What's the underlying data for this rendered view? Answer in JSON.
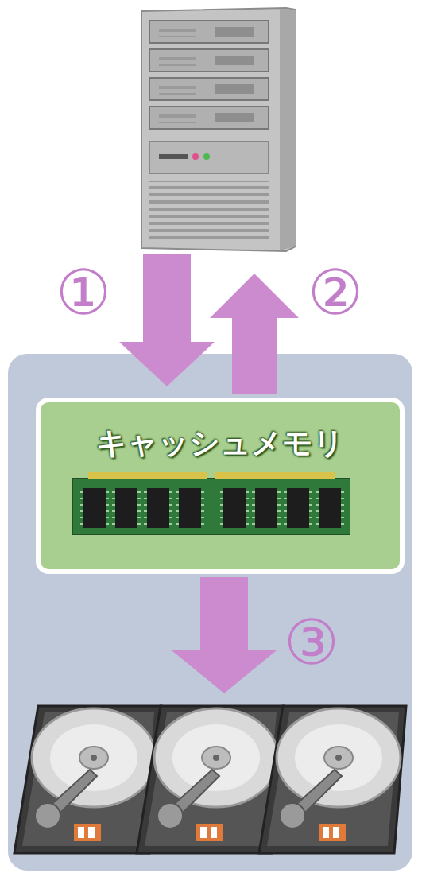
{
  "diagram": {
    "nodes": [
      {
        "text": [
          "キャッシュメモリ"
        ]
      }
    ],
    "labels": [
      "①",
      "②",
      "③"
    ]
  }
}
